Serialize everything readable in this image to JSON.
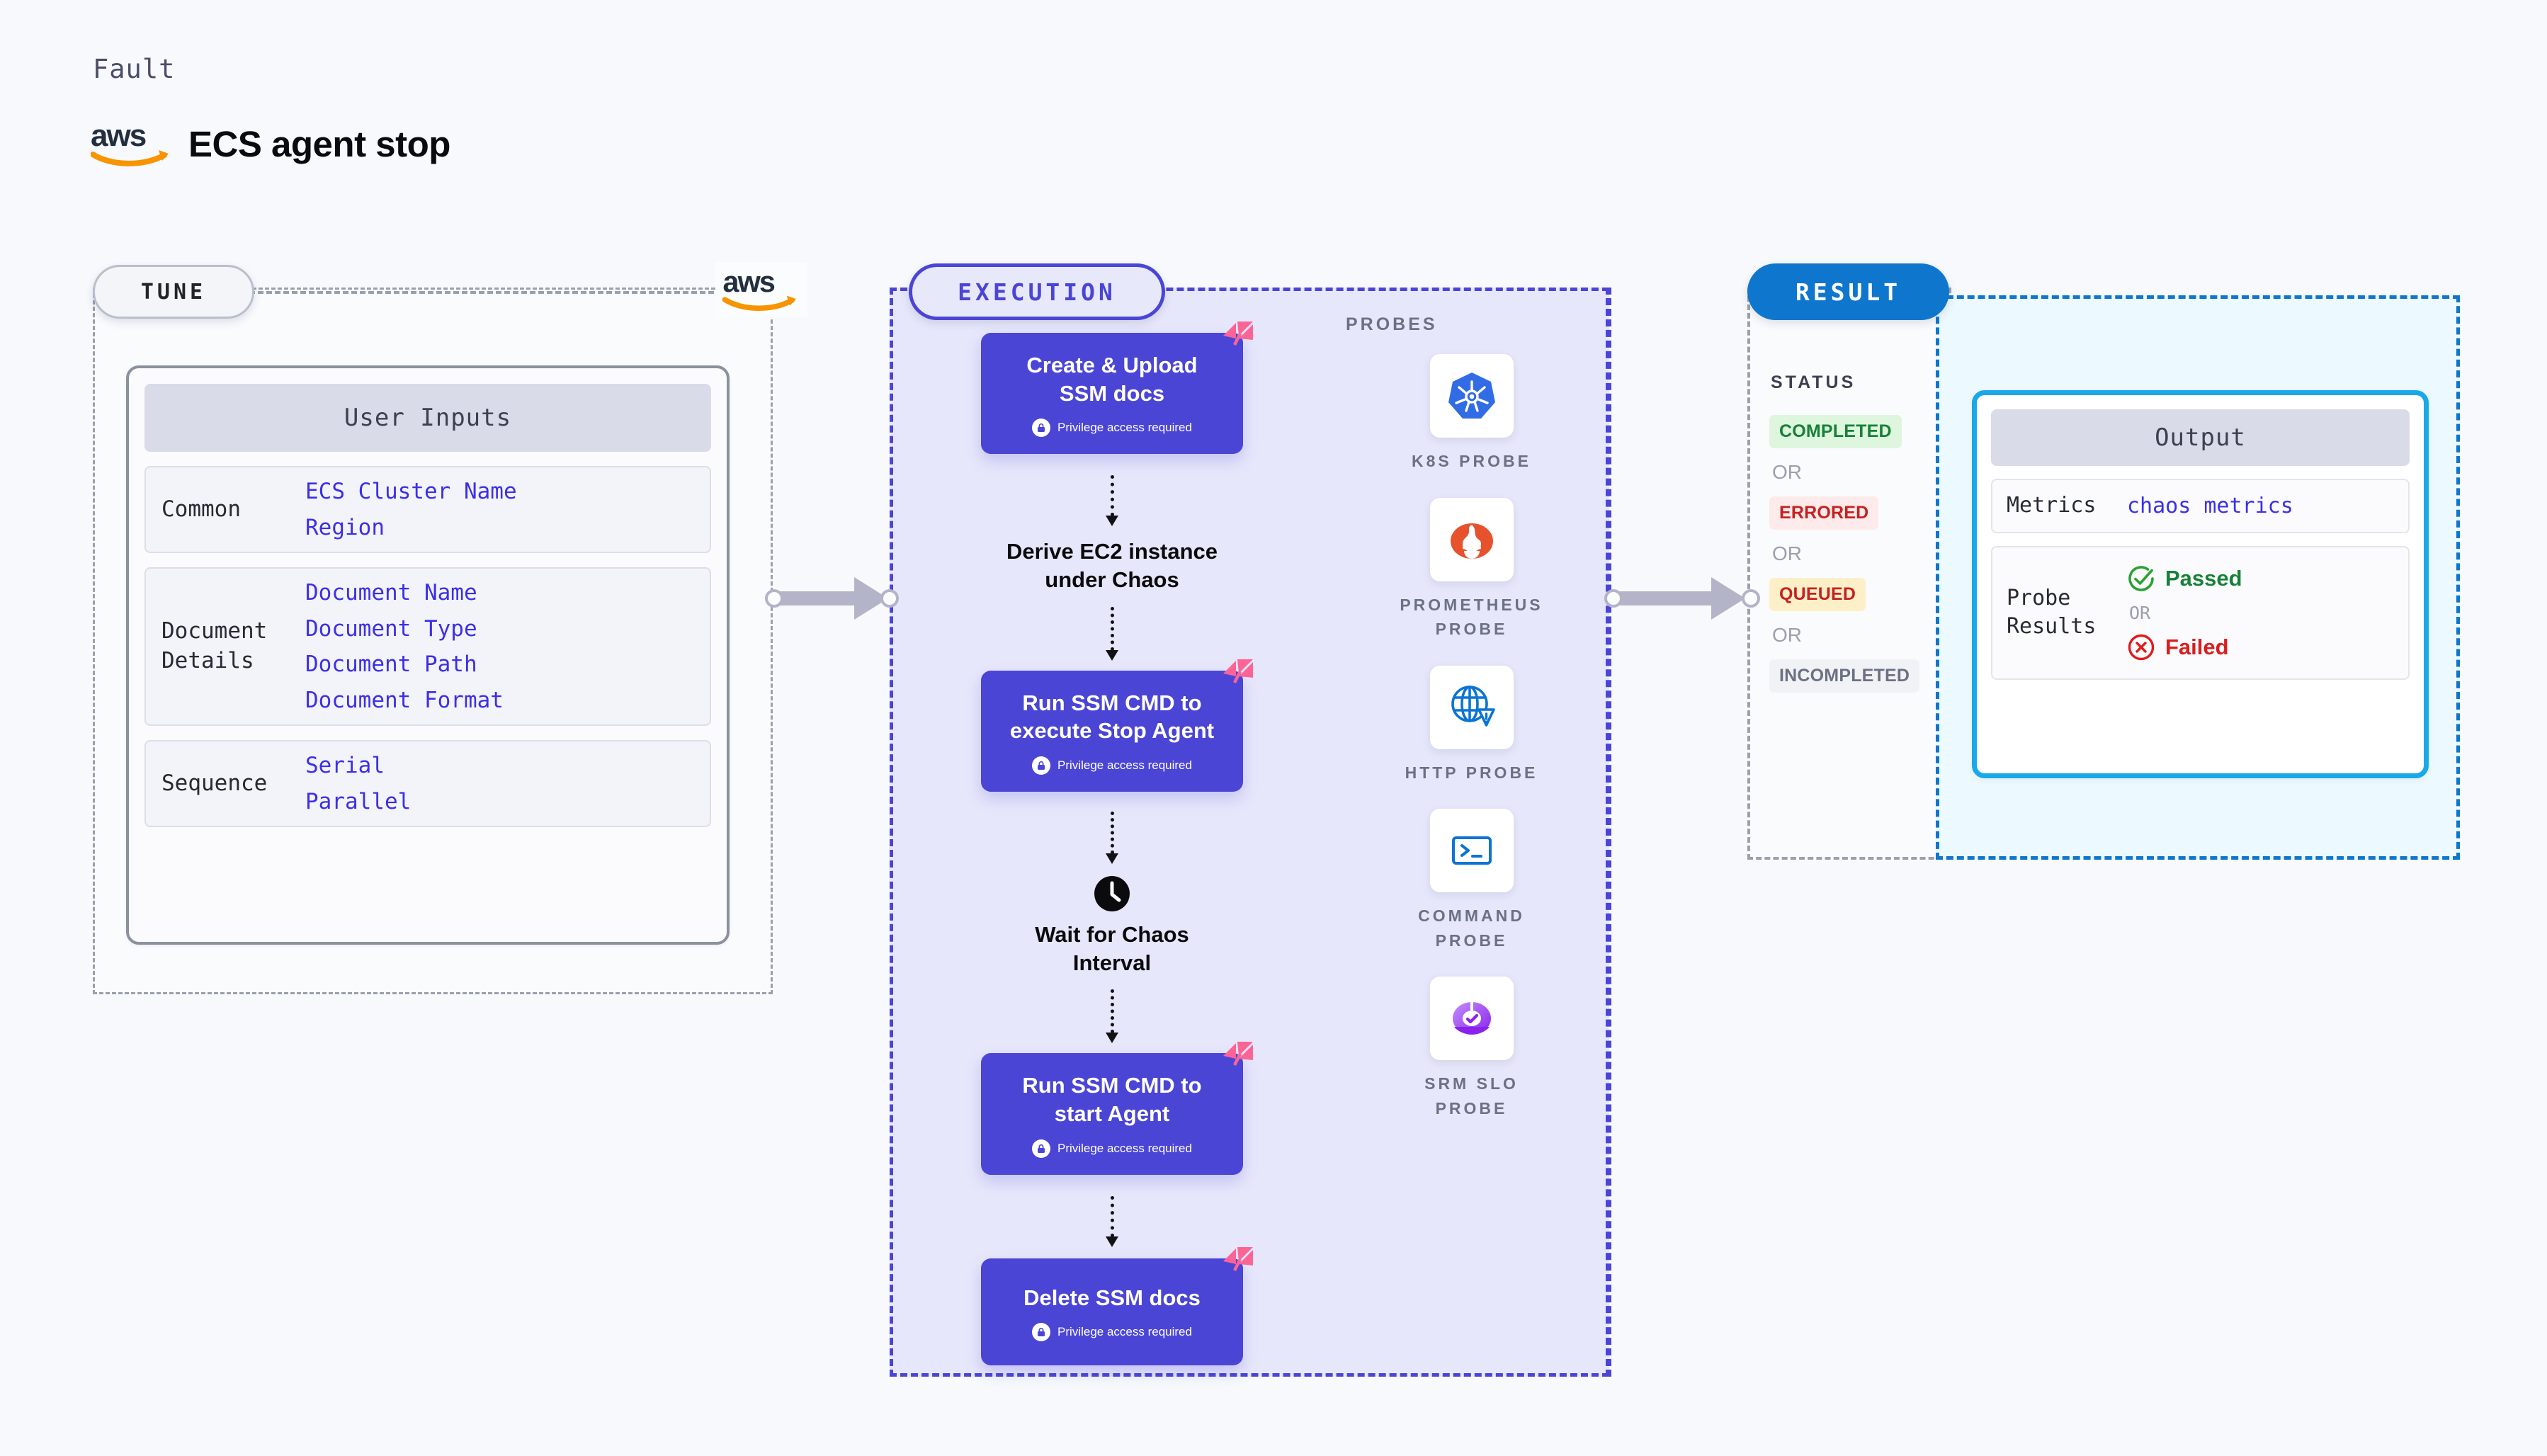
{
  "header": {
    "kicker": "Fault",
    "brand_icon": "aws-logo",
    "title": "ECS agent stop"
  },
  "colors": {
    "indigo": "#4b45d6",
    "blue": "#0f76ce",
    "cyan": "#19a8e8",
    "pink": "#fc6496",
    "aws_orange": "#f79400",
    "green": "#188038",
    "red": "#c5221f",
    "amber_bg": "#fdf0c8",
    "gray": "#9aa0ad"
  },
  "tune": {
    "pill_label": "TUNE",
    "brand_icon": "aws-logo",
    "card_title": "User Inputs",
    "groups": [
      {
        "label": "Common",
        "values": [
          "ECS Cluster Name",
          "Region"
        ]
      },
      {
        "label": "Document\nDetails",
        "values": [
          "Document Name",
          "Document Type",
          "Document Path",
          "Document Format"
        ]
      },
      {
        "label": "Sequence",
        "values": [
          "Serial",
          "Parallel"
        ]
      }
    ]
  },
  "execution": {
    "pill_label": "EXECUTION",
    "steps": [
      {
        "type": "box",
        "title": "Create & Upload\nSSM docs",
        "privilege": "Privilege access required",
        "badge_icon": "harness-logo-icon"
      },
      {
        "type": "plain",
        "title": "Derive EC2 instance\nunder Chaos"
      },
      {
        "type": "box",
        "title": "Run SSM CMD to\nexecute Stop Agent",
        "privilege": "Privilege access required",
        "badge_icon": "harness-logo-icon"
      },
      {
        "type": "plain",
        "icon": "clock-icon",
        "title": "Wait for Chaos\nInterval"
      },
      {
        "type": "box",
        "title": "Run SSM CMD to\nstart Agent",
        "privilege": "Privilege access required",
        "badge_icon": "harness-logo-icon"
      },
      {
        "type": "box",
        "title": "Delete SSM docs",
        "privilege": "Privilege access required",
        "badge_icon": "harness-logo-icon"
      }
    ]
  },
  "probes": {
    "title": "PROBES",
    "items": [
      {
        "label": "K8S PROBE",
        "icon": "kubernetes-icon"
      },
      {
        "label": "PROMETHEUS\nPROBE",
        "icon": "prometheus-icon"
      },
      {
        "label": "HTTP PROBE",
        "icon": "http-globe-warning-icon"
      },
      {
        "label": "COMMAND\nPROBE",
        "icon": "terminal-icon"
      },
      {
        "label": "SRM SLO\nPROBE",
        "icon": "srm-slo-icon"
      }
    ]
  },
  "result": {
    "pill_label": "RESULT",
    "status_title": "STATUS",
    "or_label": "OR",
    "statuses": [
      {
        "label": "COMPLETED",
        "bg": "#ddf6dd",
        "fg": "#188038"
      },
      {
        "label": "ERRORED",
        "bg": "#fdeaea",
        "fg": "#c5221f"
      },
      {
        "label": "QUEUED",
        "bg": "#fdf0c8",
        "fg": "#c5221f"
      },
      {
        "label": "INCOMPLETED",
        "bg": "#f1f2f6",
        "fg": "#6b7183"
      }
    ],
    "output": {
      "card_title": "Output",
      "metrics_label": "Metrics",
      "metrics_value": "chaos metrics",
      "probe_results_label": "Probe\nResults",
      "passed_label": "Passed",
      "failed_label": "Failed",
      "or_label": "OR",
      "passed_icon": "check-circle-icon",
      "failed_icon": "x-circle-icon"
    }
  }
}
